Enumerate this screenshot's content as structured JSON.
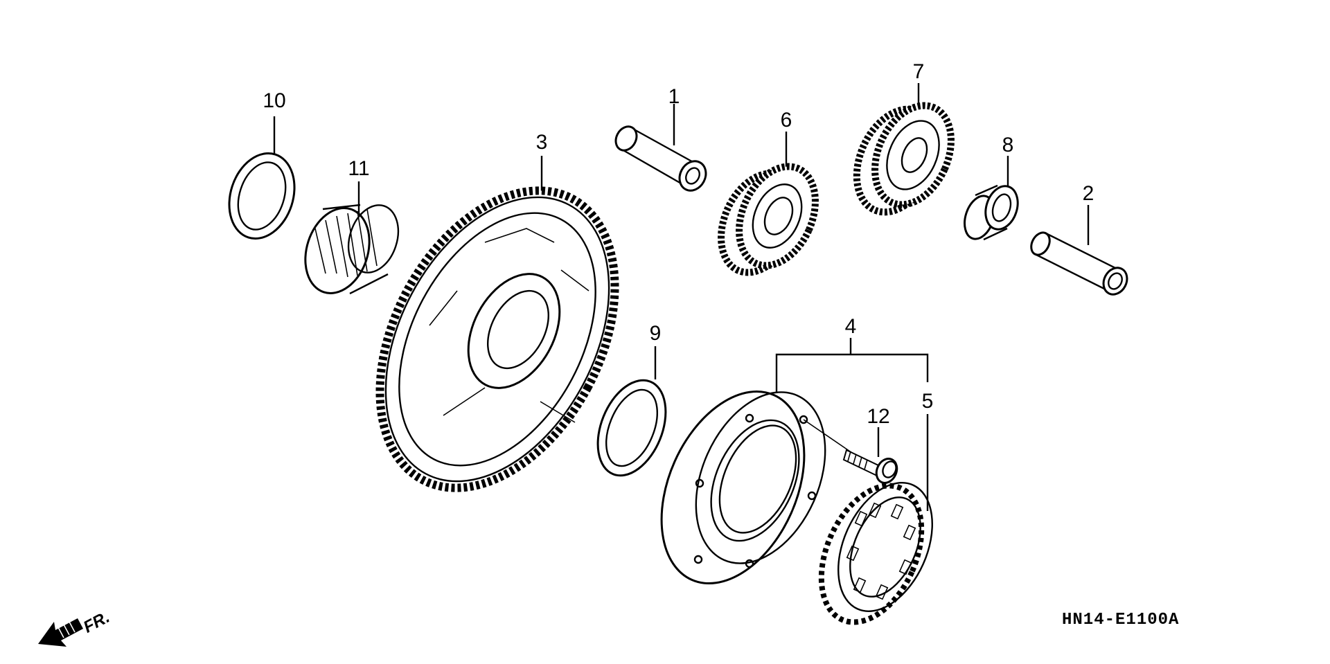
{
  "diagram": {
    "code": "HN14-E1100A",
    "direction_label": "FR.",
    "callouts": [
      "1",
      "2",
      "3",
      "4",
      "5",
      "6",
      "7",
      "8",
      "9",
      "10",
      "11",
      "12"
    ]
  }
}
